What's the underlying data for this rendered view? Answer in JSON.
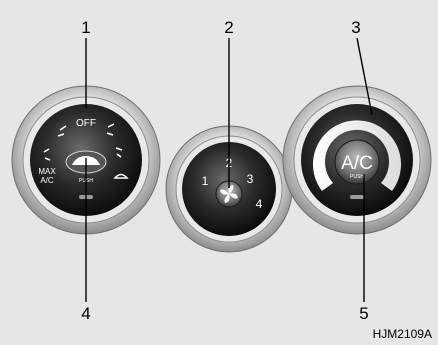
{
  "callouts": [
    "1",
    "2",
    "3",
    "4",
    "5"
  ],
  "mode_knob": {
    "off_label": "OFF",
    "max_ac_label_line1": "MAX",
    "max_ac_label_line2": "A/C",
    "push_label": "PUSH"
  },
  "fan_knob": {
    "speed_labels": [
      "1",
      "2",
      "3",
      "4"
    ]
  },
  "temp_knob": {
    "ac_label": "A/C",
    "push_label": "PUSH"
  },
  "figure_code": "HJM2109A"
}
